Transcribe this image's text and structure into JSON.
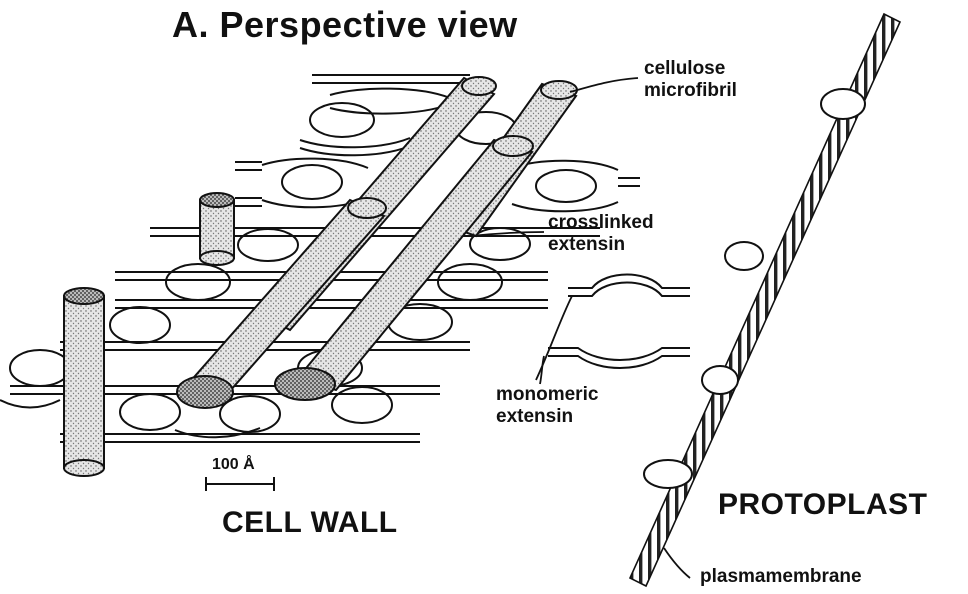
{
  "figure": {
    "title": "A. Perspective view",
    "labels": {
      "cellulose": "cellulose\nmicrofibril",
      "crosslinked": "crosslinked\nextensin",
      "monomeric": "monomeric\nextensin",
      "scale_bar": "100 Å",
      "cell_wall": "CELL WALL",
      "protoplast": "PROTOPLAST",
      "plasmamembrane": "plasmamembrane"
    }
  }
}
